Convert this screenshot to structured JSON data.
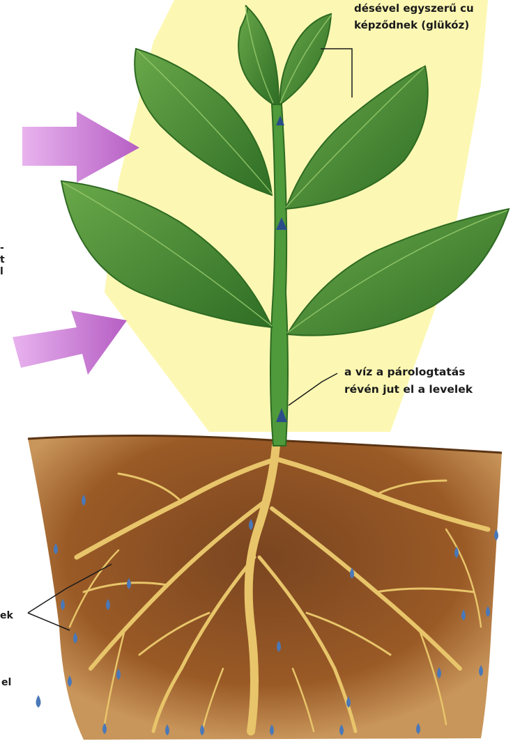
{
  "diagram": {
    "photosynthesis_label_lines": [
      "désével egyszerű cu",
      "képződnek (glükóz)"
    ],
    "water_transport_label_lines": [
      "a víz a párologtatás",
      "révén jut el a levelek"
    ],
    "left_edge_fragments": {
      "upper": [
        "-",
        "t",
        "l"
      ],
      "middle": "ek",
      "lower": "el"
    }
  },
  "colors": {
    "sunlight_band": "#fbf7a6",
    "leaf": "#5a9a3c",
    "leaf_dark": "#2e6a22",
    "stem": "#4f9a3a",
    "soil": "#9a5a26",
    "soil_dark": "#6e3e18",
    "root": "#e8c56a",
    "arrow": "#c77ad6",
    "droplet": "#4a78b8"
  }
}
